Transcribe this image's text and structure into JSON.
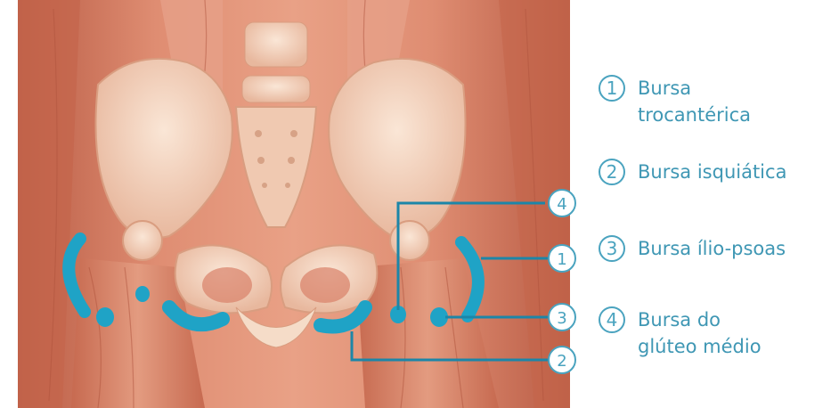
{
  "legend": [
    {
      "number": "1",
      "line1": "Bursa",
      "line2": "trocantérica"
    },
    {
      "number": "2",
      "line1": "Bursa isquiática",
      "line2": ""
    },
    {
      "number": "3",
      "line1": "Bursa ílio-psoas",
      "line2": ""
    },
    {
      "number": "4",
      "line1": "Bursa do",
      "line2": "glúteo médio"
    }
  ],
  "callouts": [
    "4",
    "1",
    "3",
    "2"
  ],
  "colors": {
    "bursa": "#1fa3c6",
    "leader": "#1c86a8",
    "legend_text": "#3f97b4",
    "muscle": "#d9836a",
    "bone": "#f3d3bd"
  }
}
